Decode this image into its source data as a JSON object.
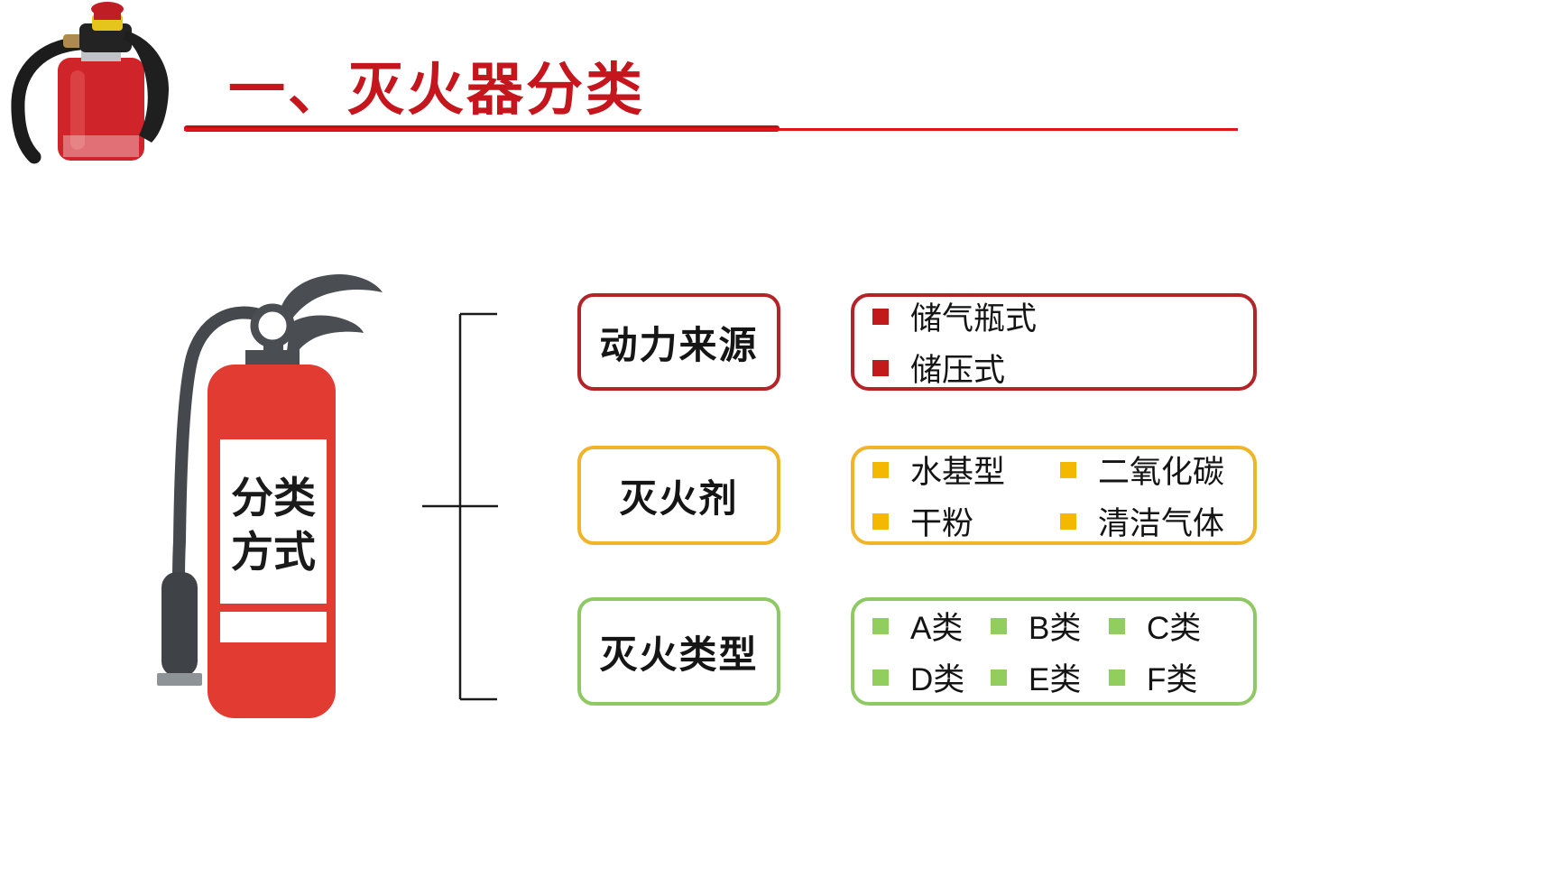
{
  "title": {
    "text": "一、灭火器分类",
    "color": "#C4161C"
  },
  "underline": {
    "thick_color": "#BE1016",
    "thin_color": "#E0151B"
  },
  "extinguisher": {
    "label_line1": "分类",
    "label_line2": "方式",
    "body_color": "#E23B31",
    "hardware_color": "#4A4E52",
    "nozzle_tip_color": "#8E9398",
    "label_text_color": "#1A1A1A"
  },
  "bracket": {
    "color": "#1A1A1A"
  },
  "rows": [
    {
      "name": "power-source",
      "label": "动力来源",
      "border_color": "#B42328",
      "bullet_color": "#C21A1A",
      "columns": 1,
      "items": [
        "储气瓶式",
        "储压式"
      ]
    },
    {
      "name": "extinguishing-agent",
      "label": "灭火剂",
      "border_color": "#F0B429",
      "bullet_color": "#F5B800",
      "columns": 2,
      "items": [
        "水基型",
        "二氧化碳",
        "干粉",
        "清洁气体"
      ]
    },
    {
      "name": "fire-type",
      "label": "灭火类型",
      "border_color": "#8FC963",
      "bullet_color": "#92CE5E",
      "columns": 3,
      "items": [
        "A类",
        "B类",
        "C类",
        "D类",
        "E类",
        "F类"
      ]
    }
  ]
}
